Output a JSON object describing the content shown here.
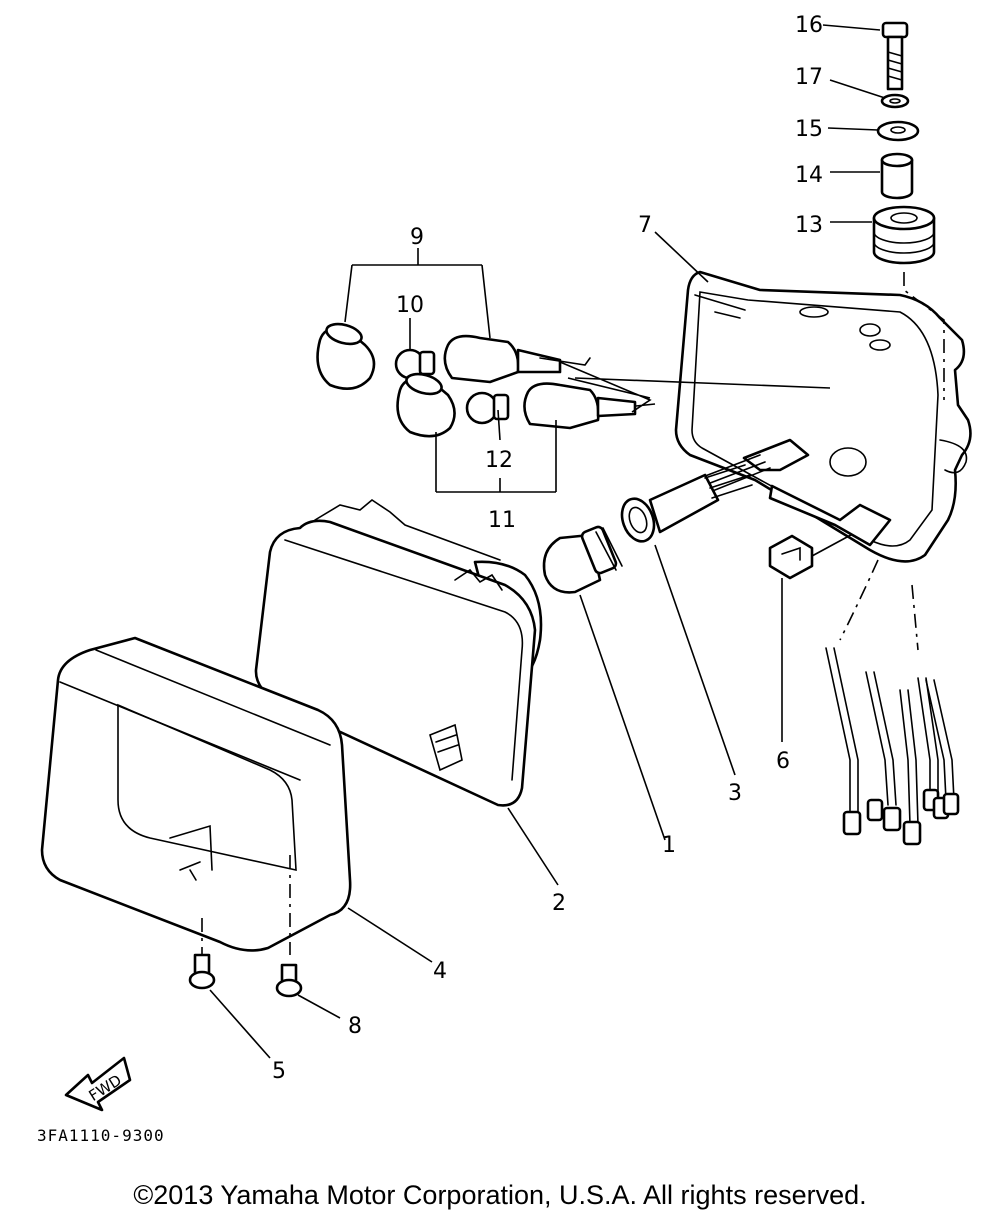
{
  "diagram": {
    "callouts": {
      "c1": "1",
      "c2": "2",
      "c3": "3",
      "c4": "4",
      "c5": "5",
      "c6": "6",
      "c7": "7",
      "c8": "8",
      "c9": "9",
      "c10": "10",
      "c11": "11",
      "c12": "12",
      "c13": "13",
      "c14": "14",
      "c15": "15",
      "c16": "16",
      "c17": "17"
    },
    "fwd_label": "FWD",
    "code": "3FA1110-9300"
  },
  "footer": {
    "copyright": "©2013 Yamaha Motor Corporation, U.S.A. All rights reserved."
  }
}
